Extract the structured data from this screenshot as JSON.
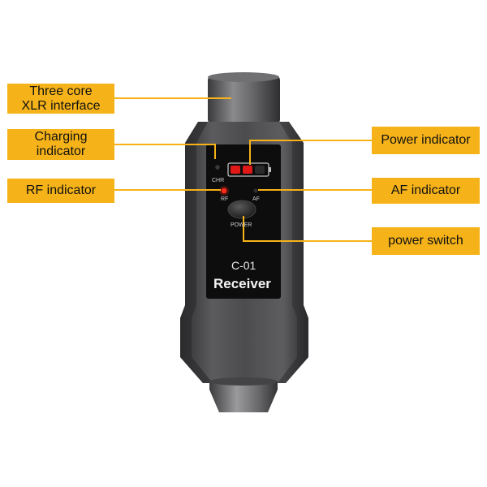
{
  "callouts": {
    "xlr": [
      "Three core",
      "XLR interface"
    ],
    "charging": [
      "Charging",
      "indicator"
    ],
    "rf": "RF indicator",
    "power_indicator": "Power indicator",
    "af": "AF indicator",
    "power_switch": "power switch"
  },
  "device": {
    "chr_label": "CHR",
    "rf_label": "RF",
    "af_label": "AF",
    "power_label": "POWER",
    "model": "C-01",
    "name": "Receiver"
  },
  "colors": {
    "callout_bg": "#f6b319",
    "leader_line": "#f6b319",
    "led_red": "#e01818",
    "body": "#4a4a4c"
  }
}
